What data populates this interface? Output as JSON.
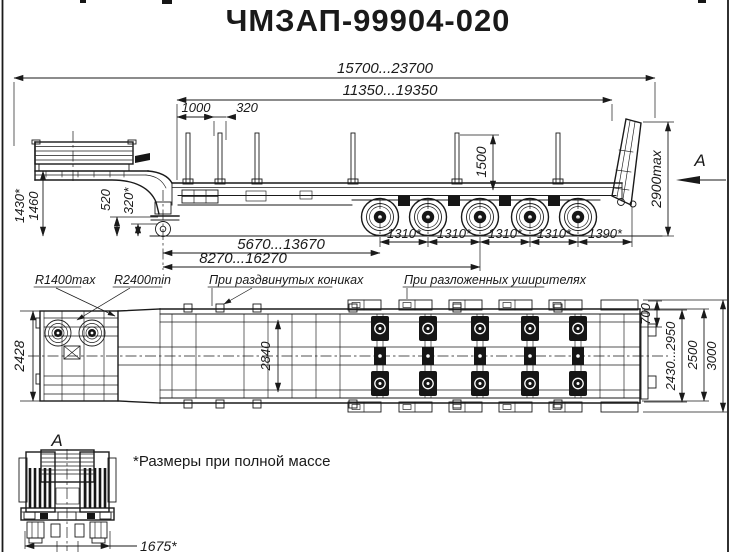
{
  "title": "ЧМЗАП-99904-020",
  "note": "*Размеры при полной массе",
  "line_color": "#1a1a1a",
  "side_view": {
    "overall_length": "15700...23700",
    "deck_length": "11350...19350",
    "front_overhang": "1000",
    "stake_offset": "320",
    "height_laden": "1430*",
    "height_empty": "1460",
    "kingpin_height": "520",
    "kingpin_height_laden": "320*",
    "stake_height": "1500",
    "rear_height": "2900max",
    "kingpin_to_first_axle": "5670...13670",
    "kingpin_to_bogie_center": "8270...16270",
    "axle_spacing": [
      "1310*",
      "1310*",
      "1310*",
      "1310*",
      "1390*"
    ],
    "view_label": "A"
  },
  "callouts": {
    "front_radius": "R1400max",
    "swing_radius": "R2400min",
    "stakes_extended": "При раздвинутых кониках",
    "wideners_unfolded": "При разложенных уширителях"
  },
  "plan_view": {
    "gooseneck_width": "2428",
    "frame_width": "2840",
    "widener_width": "700",
    "wideners_span": "2430...2950",
    "deck_width": "2500",
    "overall_width": "3000"
  },
  "rear_view": {
    "view_label": "A",
    "support_track": "1675*"
  }
}
